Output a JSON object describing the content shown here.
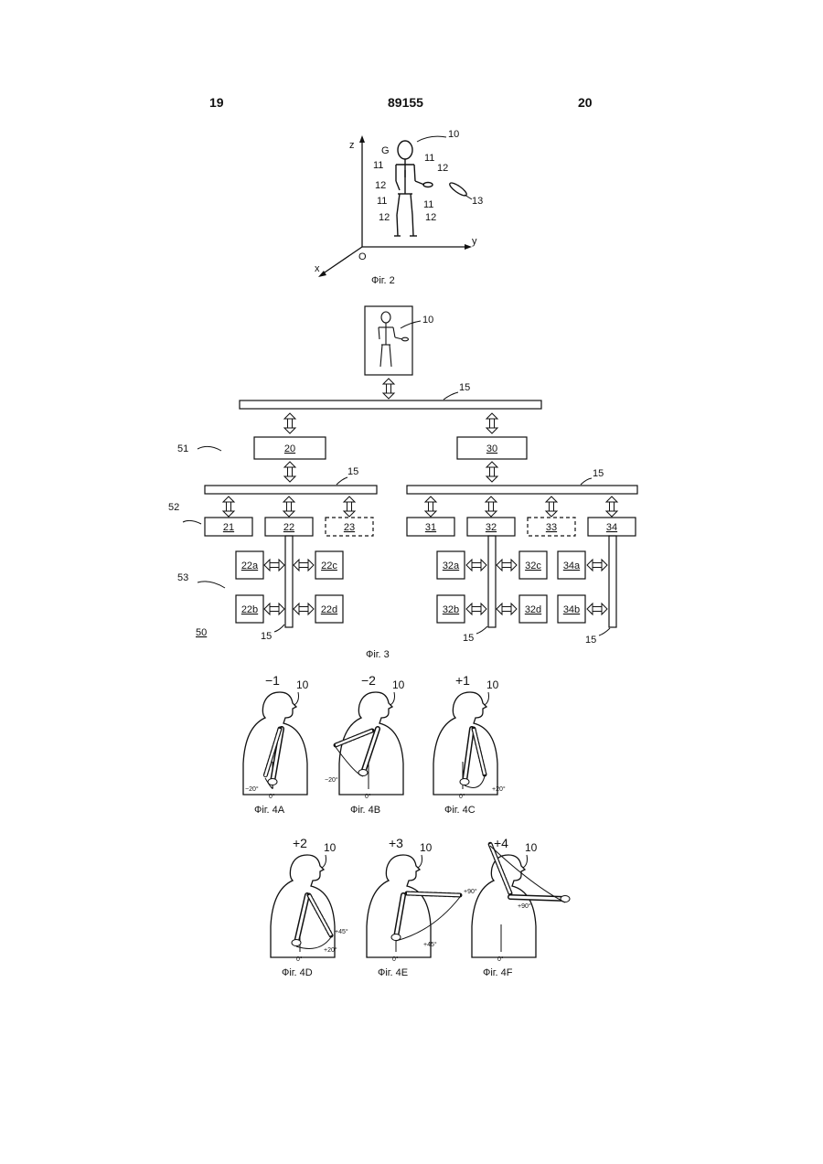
{
  "header": {
    "left_page": "19",
    "center_number": "89155",
    "right_page": "20"
  },
  "fig2": {
    "caption": "Фіг. 2",
    "axes": {
      "z": "z",
      "y": "y",
      "x": "x",
      "origin": "O"
    },
    "labels": {
      "person": "10",
      "g": "G",
      "n11": "11",
      "n12": "12",
      "object": "13"
    }
  },
  "fig3": {
    "caption": "Фіг. 3",
    "top_label": "10",
    "bus_label": "15",
    "level_labels": {
      "l51": "51",
      "l52": "52",
      "l53": "53",
      "l50": "50"
    },
    "boxes": {
      "b20": "20",
      "b30": "30",
      "b21": "21",
      "b22": "22",
      "b23": "23",
      "b31": "31",
      "b32": "32",
      "b33": "33",
      "b34": "34",
      "b22a": "22a",
      "b22b": "22b",
      "b22c": "22c",
      "b22d": "22d",
      "b32a": "32a",
      "b32b": "32b",
      "b32c": "32c",
      "b32d": "32d",
      "b34a": "34a",
      "b34b": "34b"
    }
  },
  "fig4": {
    "person_label": "10",
    "zero": "0°",
    "panels": [
      {
        "caption": "Фіг. 4A",
        "score": "−1",
        "angle1": "−20°",
        "angle2": ""
      },
      {
        "caption": "Фіг. 4B",
        "score": "−2",
        "angle1": "−20°",
        "angle2": ""
      },
      {
        "caption": "Фіг. 4C",
        "score": "+1",
        "angle1": "+20°",
        "angle2": ""
      },
      {
        "caption": "Фіг. 4D",
        "score": "+2",
        "angle1": "+20°",
        "angle2": "+45°"
      },
      {
        "caption": "Фіг. 4E",
        "score": "+3",
        "angle1": "+45°",
        "angle2": "+90°"
      },
      {
        "caption": "Фіг. 4F",
        "score": "+4",
        "angle1": "+90°",
        "angle2": ""
      }
    ]
  }
}
